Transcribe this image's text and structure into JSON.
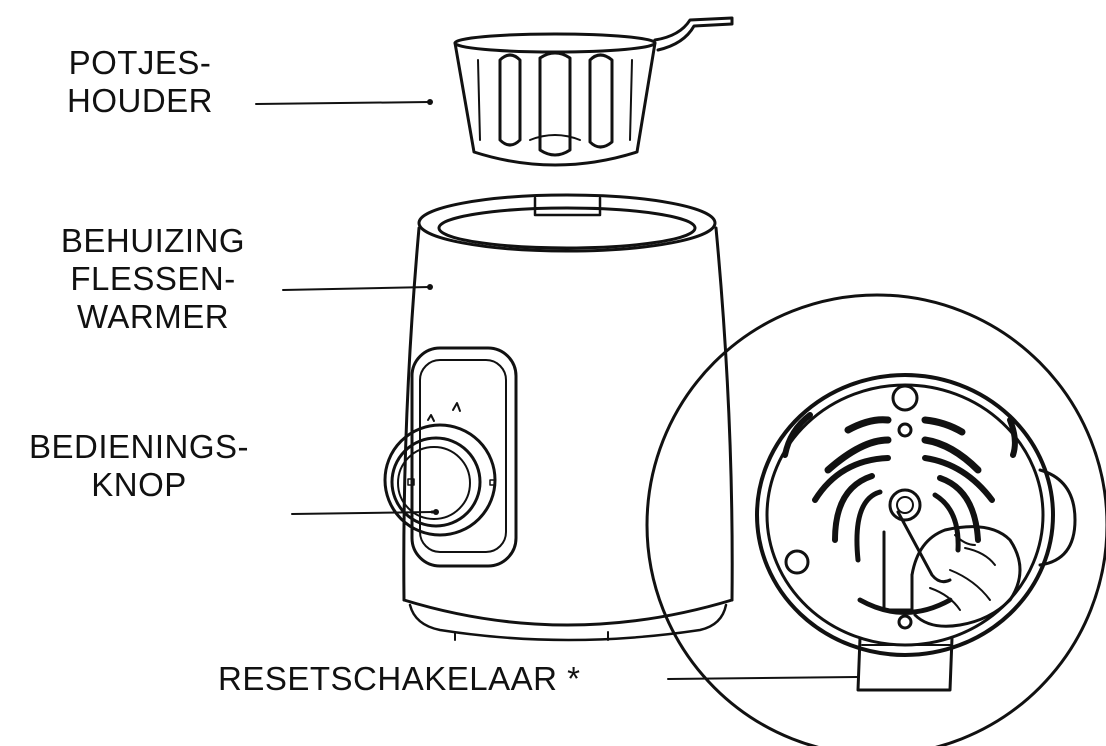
{
  "labels": {
    "basket_holder": {
      "line1": "POTJES-",
      "line2": "HOUDER"
    },
    "housing": {
      "line1": "BEHUIZING",
      "line2": "FLESSEN-",
      "line3": "WARMER"
    },
    "control_knob": {
      "line1": "BEDIENINGS-",
      "line2": "KNOP"
    },
    "reset_switch": {
      "text": "RESETSCHAKELAAR *"
    }
  },
  "colors": {
    "ink": "#111111",
    "background": "#ffffff"
  }
}
